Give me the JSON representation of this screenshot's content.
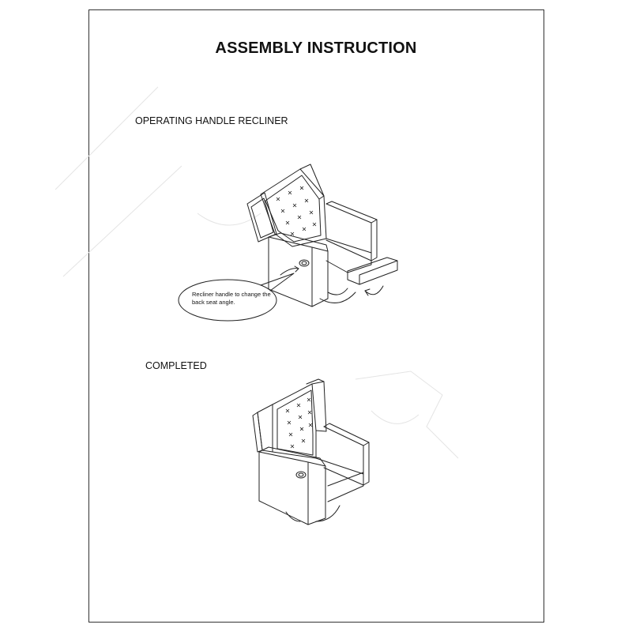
{
  "document": {
    "title": "ASSEMBLY INSTRUCTION",
    "sections": [
      {
        "label": "OPERATING HANDLE RECLINER",
        "callout": "Recliner handle to change the back seat angle.",
        "figure_icon": "recliner-chair-reclined-icon"
      },
      {
        "label": "COMPLETED",
        "figure_icon": "recliner-chair-upright-icon"
      }
    ]
  }
}
